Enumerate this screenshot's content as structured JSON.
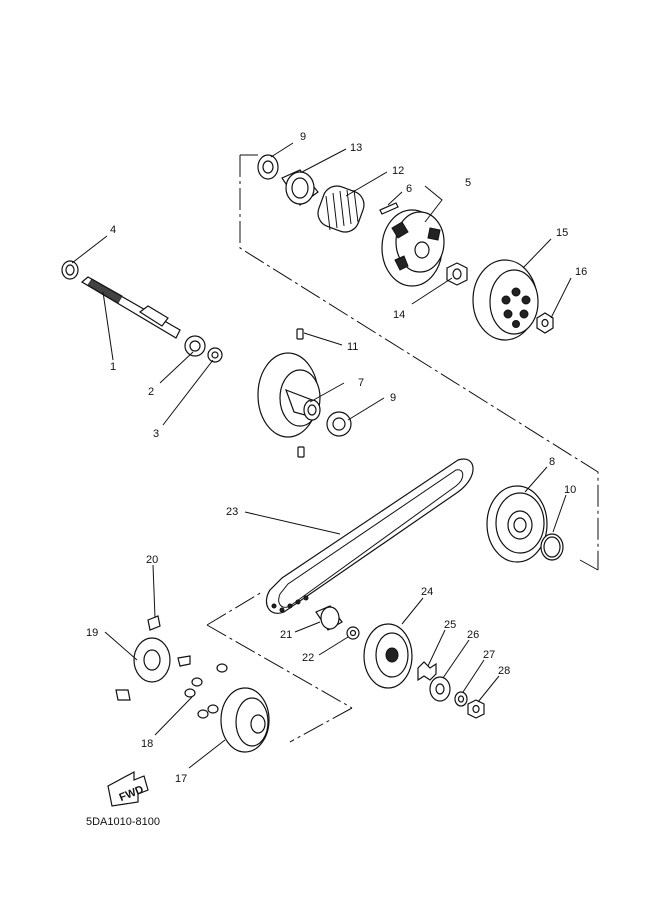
{
  "diagram": {
    "code": "5DA1010-8100",
    "fwd_label": "FWD",
    "labels": [
      "1",
      "2",
      "3",
      "4",
      "5",
      "6",
      "7",
      "8",
      "9",
      "9",
      "10",
      "11",
      "12",
      "13",
      "14",
      "15",
      "16",
      "17",
      "18",
      "19",
      "20",
      "21",
      "22",
      "23",
      "24",
      "25",
      "26",
      "27",
      "28"
    ]
  }
}
